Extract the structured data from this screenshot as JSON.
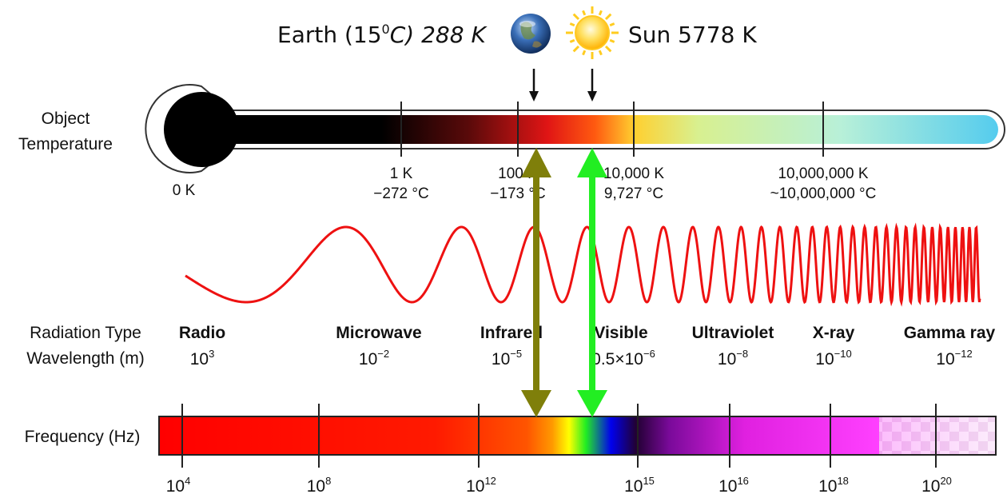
{
  "header": {
    "earth_label": "Earth (15",
    "earth_sup": "0",
    "earth_c": "C) 288 K",
    "sun_label": "Sun 5778 K",
    "earth_icon": "earth-globe-icon",
    "sun_icon": "sun-icon"
  },
  "thermometer": {
    "label_line1": "Object",
    "label_line2": "Temperature",
    "zero": "0 K",
    "ticks": [
      {
        "k": "1 K",
        "c": "−272 °C"
      },
      {
        "k": "100 K",
        "c": "−173 °C"
      },
      {
        "k": "10,000 K",
        "c": "9,727 °C"
      },
      {
        "k": "10,000,000 K",
        "c": "~10,000,000 °C"
      }
    ]
  },
  "spectrum": {
    "radiation_label": "Radiation Type",
    "wavelength_label": "Wavelength (m)",
    "types": [
      {
        "name": "Radio",
        "base": "10",
        "exp": "3"
      },
      {
        "name": "Microwave",
        "base": "10",
        "exp": "−2"
      },
      {
        "name": "Infrared",
        "base": "10",
        "exp": "−5"
      },
      {
        "name": "Visible",
        "base": "0.5×10",
        "exp": "−6"
      },
      {
        "name": "Ultraviolet",
        "base": "10",
        "exp": "−8"
      },
      {
        "name": "X-ray",
        "base": "10",
        "exp": "−10"
      },
      {
        "name": "Gamma ray",
        "base": "10",
        "exp": "−12"
      }
    ]
  },
  "frequency": {
    "label": "Frequency (Hz)",
    "ticks": [
      {
        "base": "10",
        "exp": "4"
      },
      {
        "base": "10",
        "exp": "8"
      },
      {
        "base": "10",
        "exp": "12"
      },
      {
        "base": "10",
        "exp": "15"
      },
      {
        "base": "10",
        "exp": "16"
      },
      {
        "base": "10",
        "exp": "18"
      },
      {
        "base": "10",
        "exp": "20"
      }
    ]
  },
  "colors": {
    "wave": "#ee1111",
    "earth_arrow": "#7f7f0a",
    "sun_arrow": "#22ee22",
    "thermo_end": "#55ccee"
  }
}
